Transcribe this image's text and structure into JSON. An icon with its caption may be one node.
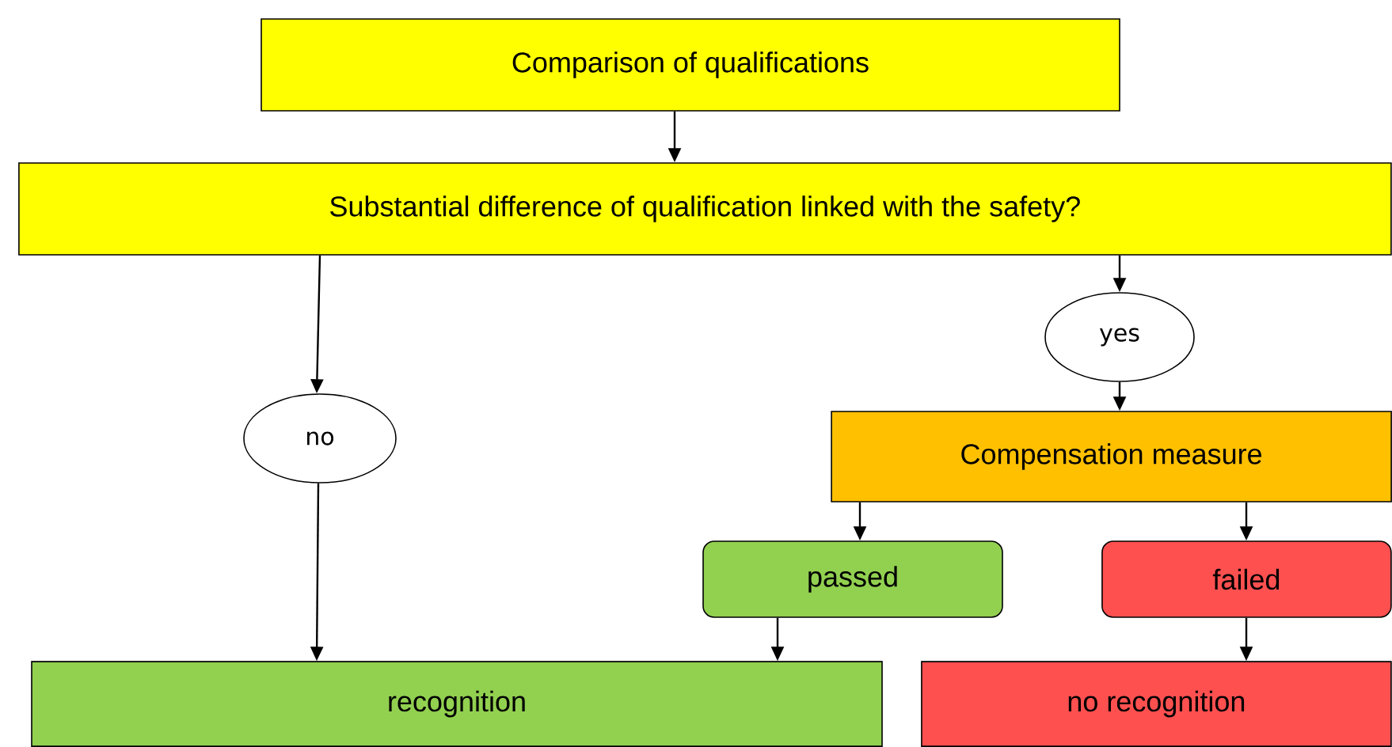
{
  "diagram": {
    "nodes": [
      {
        "text": [
          "Comparison of qualifications"
        ]
      },
      {
        "text": [
          "Substantial difference of qualification linked with the safety?"
        ]
      },
      {
        "text": [
          "yes"
        ]
      },
      {
        "text": [
          "no"
        ]
      },
      {
        "text": [
          "Compensation measure"
        ]
      },
      {
        "text": [
          "passed"
        ]
      },
      {
        "text": [
          "failed"
        ]
      },
      {
        "text": [
          "recognition"
        ]
      },
      {
        "text": [
          "no recognition"
        ]
      }
    ],
    "edges": [
      {
        "from": 0,
        "to": 1,
        "arrow": "to"
      },
      {
        "from": 1,
        "to": 3,
        "arrow": "to"
      },
      {
        "from": 1,
        "to": 2,
        "arrow": "to"
      },
      {
        "from": 2,
        "to": 4,
        "arrow": "to"
      },
      {
        "from": 3,
        "to": 7,
        "arrow": "to"
      },
      {
        "from": 4,
        "to": 5,
        "arrow": "to"
      },
      {
        "from": 4,
        "to": 6,
        "arrow": "to"
      },
      {
        "from": 5,
        "to": 7,
        "arrow": "to"
      },
      {
        "from": 6,
        "to": 8,
        "arrow": "to"
      }
    ]
  }
}
